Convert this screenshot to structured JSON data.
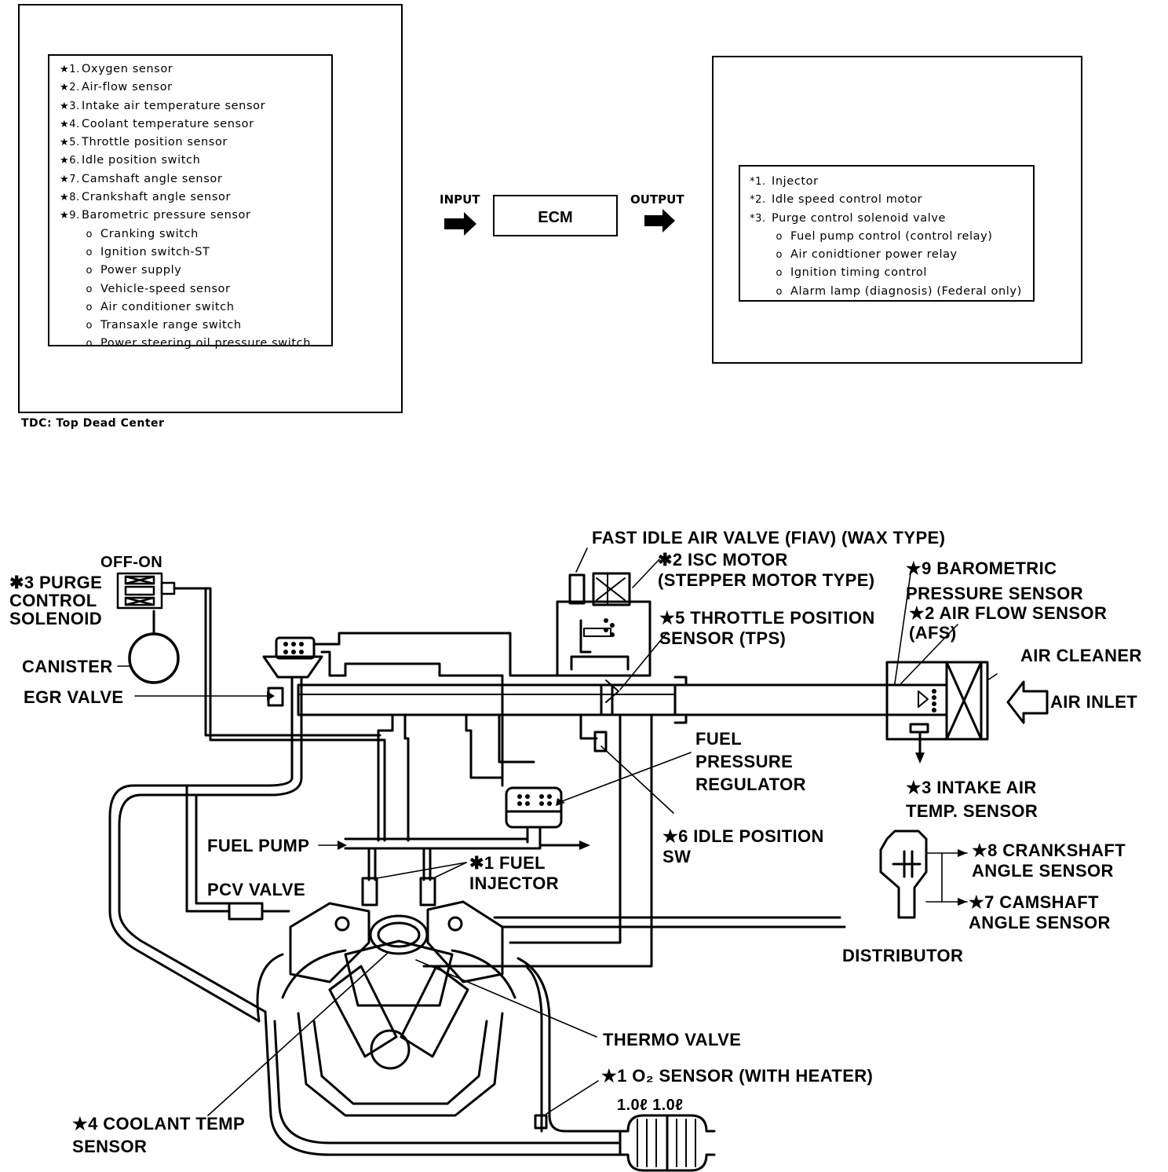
{
  "inputs_box": {
    "items": [
      {
        "marker": "★1.",
        "text": "Oxygen sensor"
      },
      {
        "marker": "★2.",
        "text": "Air-flow sensor"
      },
      {
        "marker": "★3.",
        "text": "Intake air temperature sensor"
      },
      {
        "marker": "★4.",
        "text": "Coolant temperature sensor"
      },
      {
        "marker": "★5.",
        "text": "Throttle position sensor"
      },
      {
        "marker": "★6.",
        "text": "Idle position switch"
      },
      {
        "marker": "★7.",
        "text": "Camshaft angle sensor"
      },
      {
        "marker": "★8.",
        "text": "Crankshaft angle sensor"
      },
      {
        "marker": "★9.",
        "text": "Barometric pressure sensor"
      },
      {
        "marker": "o",
        "text": "Cranking switch"
      },
      {
        "marker": "o",
        "text": "Ignition switch-ST"
      },
      {
        "marker": "o",
        "text": "Power supply"
      },
      {
        "marker": "o",
        "text": "Vehicle-speed sensor"
      },
      {
        "marker": "o",
        "text": "Air conditioner switch"
      },
      {
        "marker": "o",
        "text": "Transaxle range switch"
      },
      {
        "marker": "o",
        "text": "Power steering oil pressure switch"
      }
    ]
  },
  "flow": {
    "input_label": "INPUT",
    "ecm_label": "ECM",
    "output_label": "OUTPUT"
  },
  "outputs_box": {
    "items": [
      {
        "marker": "*1.",
        "text": "Injector"
      },
      {
        "marker": "*2.",
        "text": "Idle speed control motor"
      },
      {
        "marker": "*3.",
        "text": "Purge control solenoid valve"
      },
      {
        "marker": "o",
        "text": "Fuel pump control (control relay)"
      },
      {
        "marker": "o",
        "text": "Air conidtioner power relay"
      },
      {
        "marker": "o",
        "text": "Ignition timing control"
      },
      {
        "marker": "o",
        "text": "Alarm lamp (diagnosis) (Federal only)"
      }
    ]
  },
  "footnote": "TDC: Top Dead Center",
  "labels": {
    "fiav": "FAST IDLE AIR VALVE (FIAV) (WAX TYPE)",
    "off_on": "OFF-ON",
    "purge": "✱3 PURGE\nCONTROL\nSOLENOID",
    "isc": "✱2 ISC MOTOR\n(STEPPER MOTOR TYPE)",
    "baro": "★9 BAROMETRIC\nPRESSURE SENSOR",
    "tps": "★5 THROTTLE POSITION\nSENSOR (TPS)",
    "afs": "★2 AIR FLOW SENSOR\n(AFS)",
    "canister": "CANISTER",
    "air_cleaner": "AIR CLEANER",
    "egr": "EGR VALVE",
    "air_inlet": "AIR INLET",
    "fpr": "FUEL\nPRESSURE\nREGULATOR",
    "intake_temp": "★3 INTAKE AIR\nTEMP. SENSOR",
    "idle_sw": "★6 IDLE POSITION\nSW",
    "fuel_pump": "FUEL PUMP",
    "injector": "✱1 FUEL\nINJECTOR",
    "crank": "★8 CRANKSHAFT\nANGLE SENSOR",
    "pcv": "PCV VALVE",
    "cam": "★7 CAMSHAFT\nANGLE SENSOR",
    "distributor": "DISTRIBUTOR",
    "thermo": "THERMO  VALVE",
    "o2": "★1 O₂ SENSOR (WITH HEATER)",
    "cat_size": "1.0ℓ 1.0ℓ",
    "coolant": "★4 COOLANT TEMP\nSENSOR"
  }
}
